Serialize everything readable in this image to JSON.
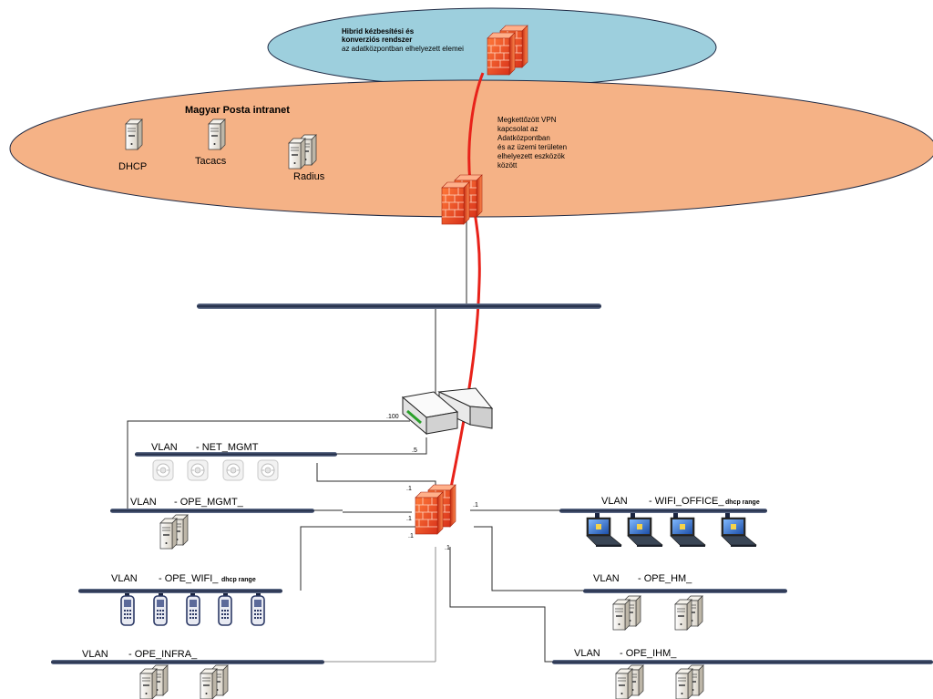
{
  "top_zone": {
    "title_line1": "Hibrid kézbesítési és",
    "title_line2": "konverziós rendszer",
    "subtitle": "az adatközpontban elhelyezett elemei"
  },
  "intranet": {
    "title": "Magyar Posta intranet",
    "servers": {
      "dhcp": "DHCP",
      "tacacs": "Tacacs",
      "radius": "Radius"
    },
    "vpn_note": [
      "Megkettőzött  VPN",
      "kapcsolat az",
      "Adatközpontban",
      "és az üzemi területen",
      "elhelyezett eszközök",
      "között"
    ]
  },
  "router": {
    "ip_100": ".100",
    "ip_5": ".5"
  },
  "firewall_ports": [
    ".1",
    ".1",
    ".1",
    ".1",
    ".1"
  ],
  "vlans": {
    "net_mgmt": {
      "prefix": "VLAN",
      "name": "- NET_MGMT"
    },
    "ope_mgmt": {
      "prefix": "VLAN",
      "name": "- OPE_MGMT_"
    },
    "ope_wifi": {
      "prefix": "VLAN",
      "name": "- OPE_WIFI_",
      "extra": "dhcp  range"
    },
    "ope_infra": {
      "prefix": "VLAN",
      "name": "- OPE_INFRA_"
    },
    "wifi_office": {
      "prefix": "VLAN",
      "name": "- WIFI_OFFICE_",
      "extra": "dhcp  range"
    },
    "ope_hm": {
      "prefix": "VLAN",
      "name": "- OPE_HM_"
    },
    "ope_ihm": {
      "prefix": "VLAN",
      "name": "- OPE_IHM_"
    }
  },
  "icons": [
    "firewall-icon",
    "server-icon",
    "router-icon",
    "access-point-icon",
    "laptop-icon",
    "handheld-scanner-icon"
  ],
  "colors": {
    "top_ellipse": "#9dcfdd",
    "intranet_ellipse": "#f5b286",
    "vpn_link": "#e8221a",
    "firewall": "#e8401c",
    "bus": "#1f2a44"
  }
}
